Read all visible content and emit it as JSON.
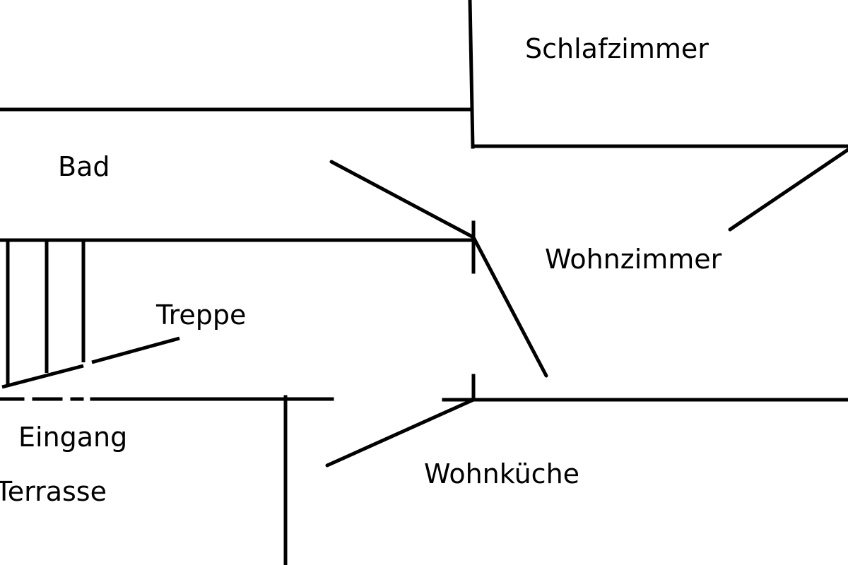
{
  "rooms": {
    "bedroom": "Schlafzimmer",
    "bathroom": "Bad",
    "living_room": "Wohnzimmer",
    "stairs": "Treppe",
    "entrance": "Eingang",
    "terrace": "Terrasse",
    "kitchen_living": "Wohnküche"
  },
  "colors": {
    "background": "#ffffff",
    "lines": "#000000"
  }
}
